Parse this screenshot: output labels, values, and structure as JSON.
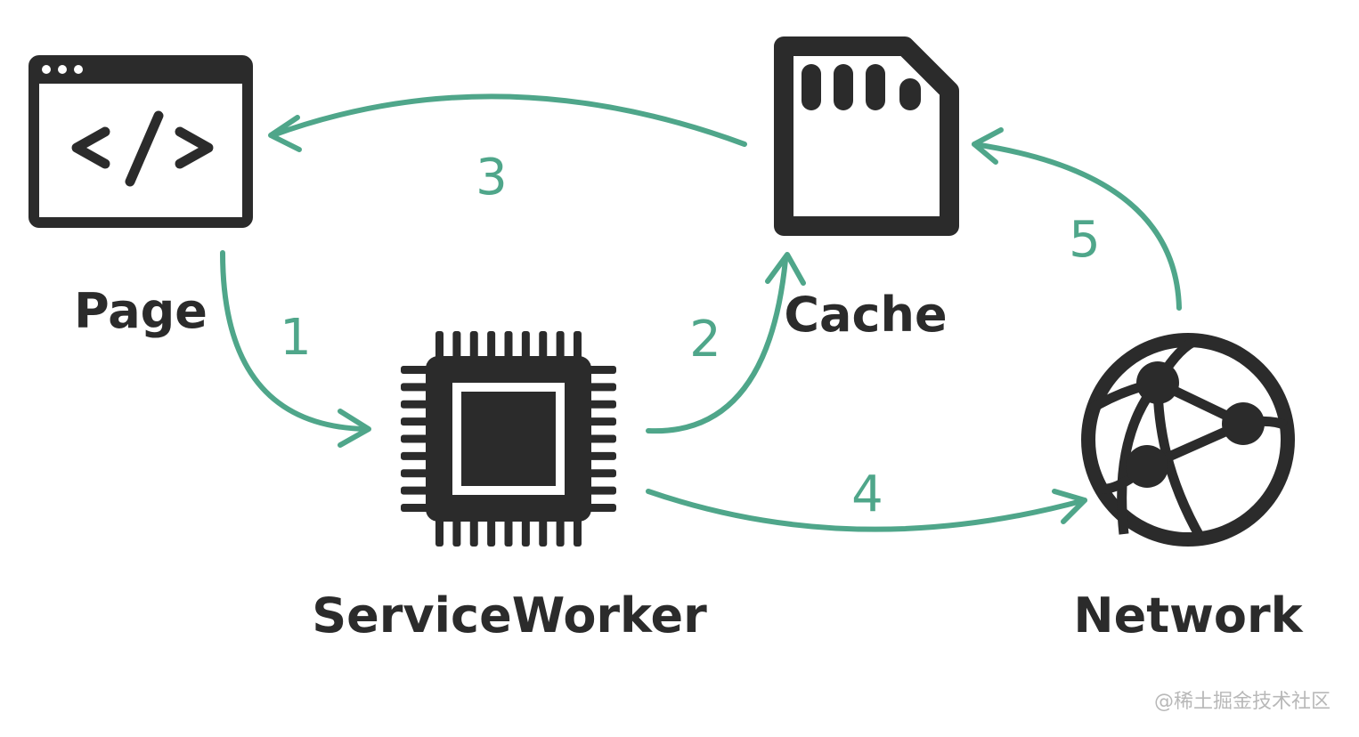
{
  "colors": {
    "ink": "#2b2b2b",
    "accent": "#4fa68a",
    "background": "#ffffff",
    "watermark": "#b8b8b8"
  },
  "nodes": {
    "page": {
      "label": "Page",
      "icon": "browser-code-icon"
    },
    "service_worker": {
      "label": "ServiceWorker",
      "icon": "cpu-chip-icon"
    },
    "cache": {
      "label": "Cache",
      "icon": "sd-card-icon"
    },
    "network": {
      "label": "Network",
      "icon": "globe-network-icon"
    }
  },
  "arrows": [
    {
      "step": "1",
      "from": "Page",
      "to": "ServiceWorker"
    },
    {
      "step": "2",
      "from": "ServiceWorker",
      "to": "Cache"
    },
    {
      "step": "3",
      "from": "Cache",
      "to": "Page"
    },
    {
      "step": "4",
      "from": "ServiceWorker",
      "to": "Network"
    },
    {
      "step": "5",
      "from": "Network",
      "to": "Cache"
    }
  ],
  "watermark": "@稀土掘金技术社区"
}
